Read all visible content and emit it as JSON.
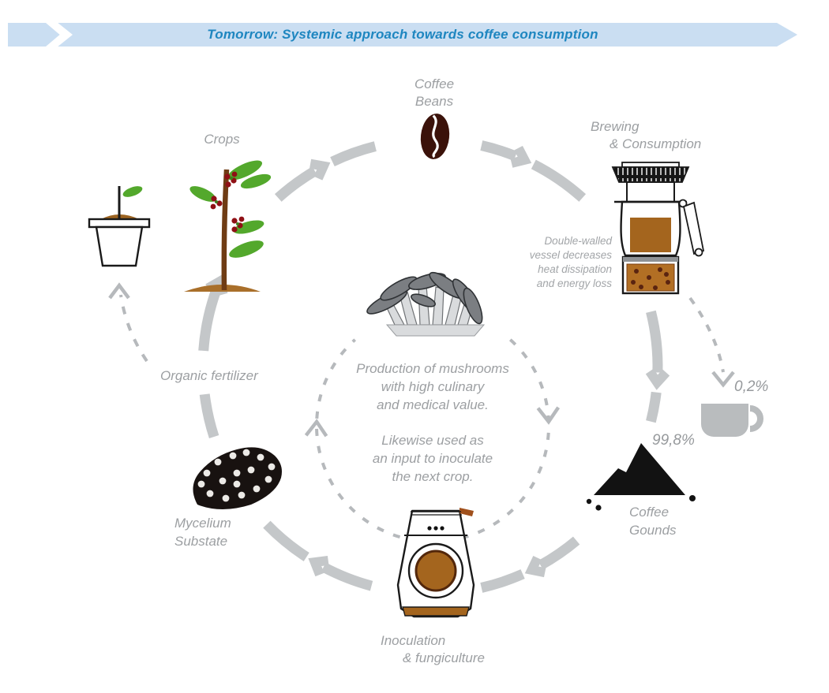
{
  "banner": {
    "title": "Tomorrow:  Systemic approach towards coffee consumption"
  },
  "nodes": {
    "coffee_beans": {
      "label": [
        "Coffee",
        "Beans"
      ]
    },
    "brewing": {
      "label": [
        "Brewing",
        "& Consumption"
      ],
      "note": [
        "Double-walled",
        "vessel decreases",
        "heat dissipation",
        "and energy loss"
      ]
    },
    "cup": {
      "value": "0,2%"
    },
    "coffee_grounds": {
      "value": "99,8%",
      "label": [
        "Coffee",
        "Gounds"
      ]
    },
    "inoculation": {
      "label": [
        "Inoculation",
        "& fungiculture"
      ]
    },
    "mycelium": {
      "label": [
        "Mycelium",
        "Substate"
      ]
    },
    "organic_fertilizer": {
      "label": "Organic fertilizer"
    },
    "crops": {
      "label": "Crops"
    }
  },
  "center": {
    "paragraph1": [
      "Production of mushrooms",
      "with high culinary",
      "and medical value."
    ],
    "paragraph2": [
      "Likewise used as",
      "an input to inoculate",
      "the next crop."
    ]
  },
  "icons": [
    "coffee-bean-icon",
    "french-press-icon",
    "coffee-cup-icon",
    "coffee-grounds-pile-icon",
    "inoculation-machine-icon",
    "mycelium-substrate-icon",
    "coffee-plant-icon",
    "potted-sprout-icon",
    "mushrooms-tray-icon"
  ],
  "colors": {
    "banner_bg": "#cadef2",
    "banner_text": "#1e86c0",
    "ring_gray": "#c4c7c9",
    "label_gray": "#9c9fa2",
    "coffee_brown": "#a4651e",
    "grounds_brown": "#b26f24",
    "bean_dark": "#3b120a",
    "plant_green": "#53a82c",
    "berry_red": "#8f1015",
    "soil_brown": "#a96f2a"
  }
}
